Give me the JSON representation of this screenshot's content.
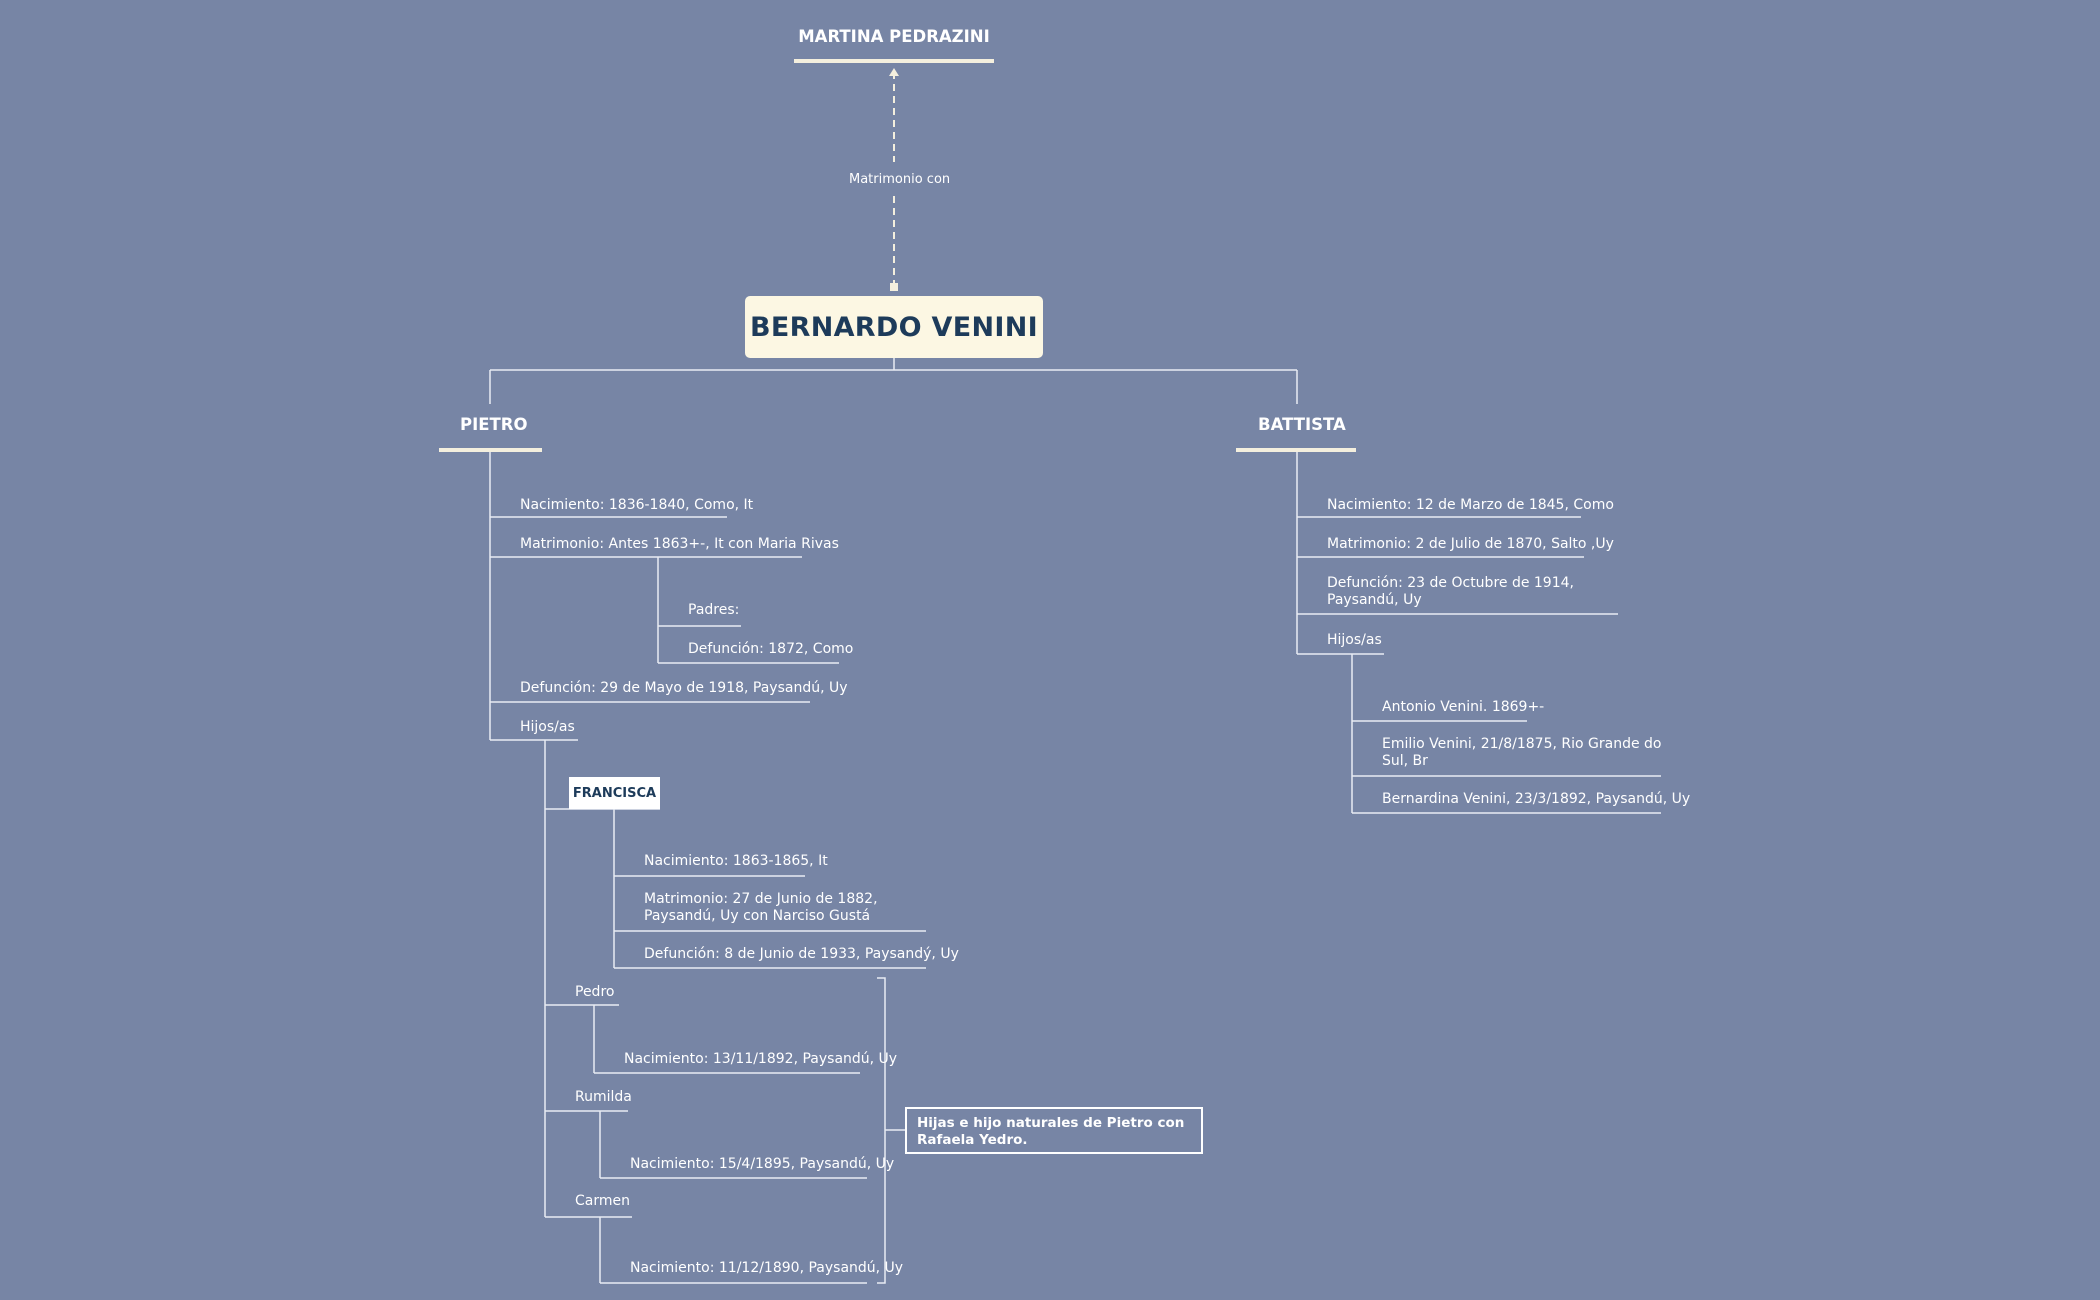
{
  "spouse": {
    "name": "MARTINA PEDRAZINI",
    "relation_label": "Matrimonio con"
  },
  "root": {
    "name": "BERNARDO VENINI"
  },
  "pietro": {
    "name": "PIETRO",
    "nacimiento": "Nacimiento: 1836-1840, Como, It",
    "matrimonio": "Matrimonio: Antes 1863+-, It con Maria Rivas",
    "padres": "Padres:",
    "defuncion_esposa": "Defunción: 1872, Como",
    "defuncion": "Defunción: 29 de Mayo de 1918, Paysandú, Uy",
    "hijos_label": "Hijos/as",
    "francisca": {
      "name": "FRANCISCA",
      "nacimiento": "Nacimiento: 1863-1865, It",
      "matrimonio": "Matrimonio: 27 de Junio de 1882, Paysandú, Uy con Narciso Gustá",
      "defuncion": "Defunción: 8 de Junio de 1933, Paysandý, Uy"
    },
    "pedro": {
      "name": "Pedro",
      "nacimiento": "Nacimiento: 13/11/1892, Paysandú, Uy"
    },
    "rumilda": {
      "name": "Rumilda",
      "nacimiento": "Nacimiento: 15/4/1895, Paysandú, Uy"
    },
    "carmen": {
      "name": "Carmen",
      "nacimiento": "Nacimiento: 11/12/1890, Paysandú, Uy"
    },
    "note": "Hijas e hijo naturales de Pietro con Rafaela Yedro."
  },
  "battista": {
    "name": "BATTISTA",
    "nacimiento": "Nacimiento: 12 de Marzo de 1845, Como",
    "matrimonio": "Matrimonio: 2 de Julio de 1870, Salto ,Uy",
    "defuncion": "Defunción: 23 de Octubre de 1914, Paysandú, Uy",
    "hijos_label": "Hijos/as",
    "hijos": [
      "Antonio Venini. 1869+-",
      "Emilio Venini, 21/8/1875, Rio Grande do Sul, Br",
      "Bernardina Venini, 23/3/1892, Paysandú, Uy"
    ]
  },
  "colors": {
    "background": "#7785a5",
    "root_box": "#fcf7e3",
    "root_text": "#1d3b5a",
    "lines": "#ffffff"
  }
}
